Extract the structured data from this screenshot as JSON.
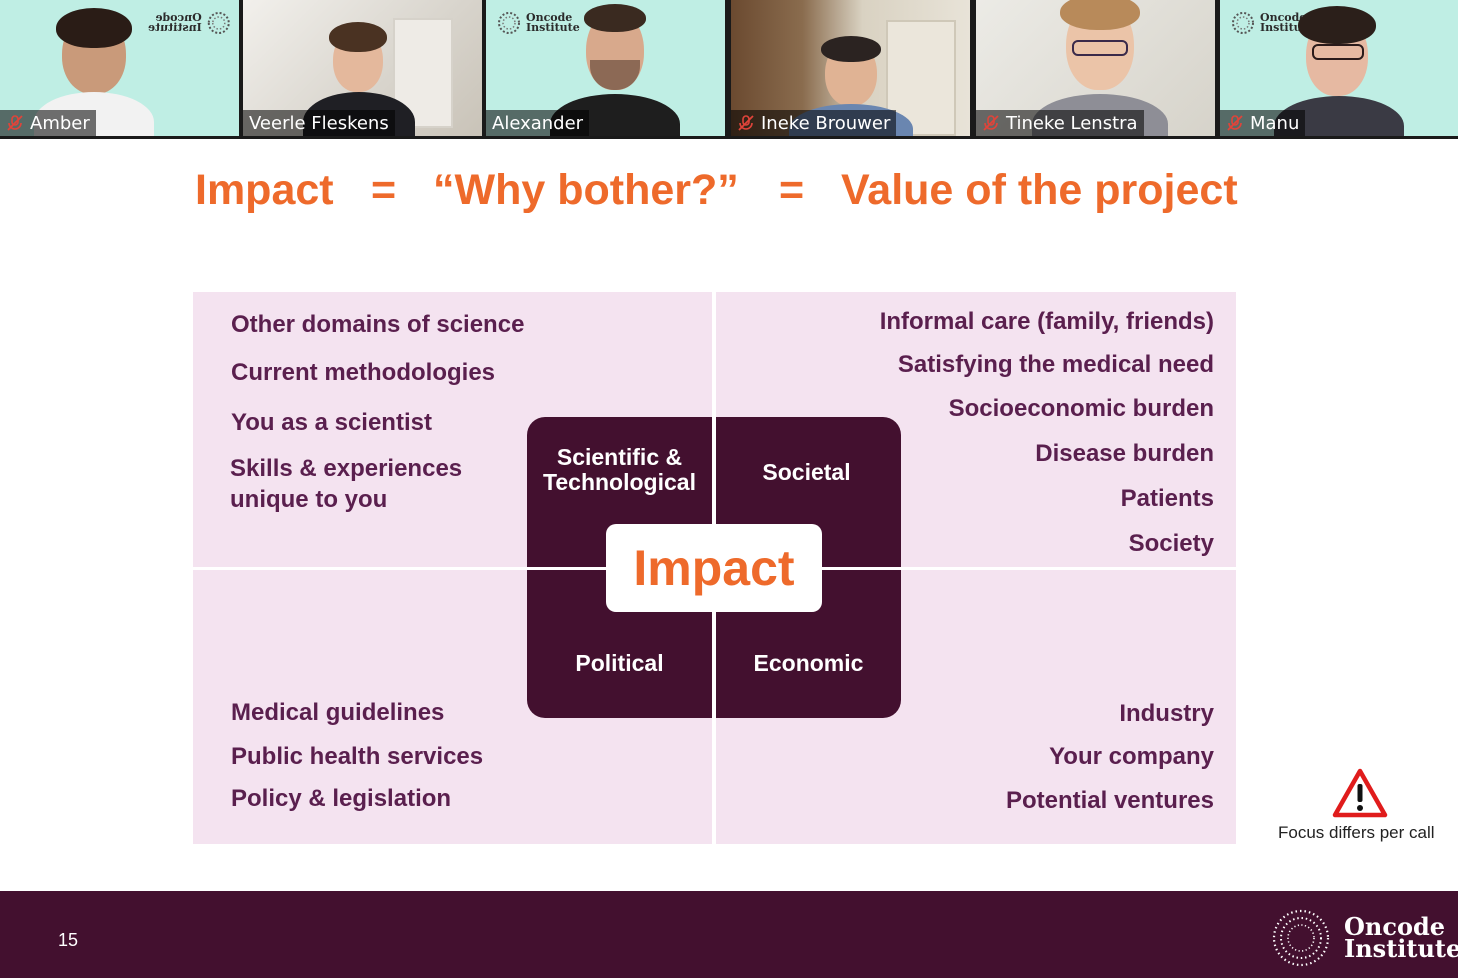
{
  "participants": [
    {
      "name": "Amber",
      "muted": true,
      "bg": "#bfeee4",
      "skin": "#c99a7a",
      "hair": "#2a1c16",
      "shirt": "#f2f2f2"
    },
    {
      "name": "Veerle Fleskens",
      "muted": false,
      "bg": "#e8e5e0",
      "skin": "#e4b89c",
      "hair": "#4a3222",
      "shirt": "#1f1f24"
    },
    {
      "name": "Alexander",
      "muted": false,
      "bg": "#bfeee4",
      "skin": "#d8a98c",
      "hair": "#3a2a20",
      "shirt": "#1e1e1e"
    },
    {
      "name": "Ineke Brouwer",
      "muted": true,
      "bg": "#9a8a74",
      "skin": "#e0b394",
      "hair": "#2b2321",
      "shirt": "#6a86b0"
    },
    {
      "name": "Tineke Lenstra",
      "muted": true,
      "bg": "#dcdad2",
      "skin": "#ebc4a8",
      "hair": "#b88a5a",
      "shirt": "#8e8e96"
    },
    {
      "name": "Manu",
      "muted": true,
      "bg": "#bfeee4",
      "skin": "#e6b9a2",
      "hair": "#2b1f1a",
      "shirt": "#3a3a44"
    }
  ],
  "tile_logo": {
    "line1": "Oncode",
    "line2": "Institute"
  },
  "title": {
    "term1": "Impact",
    "eq1": "=",
    "term2": "“Why bother?”",
    "eq2": "=",
    "term3": "Value of the project"
  },
  "quadrants": {
    "top_left": [
      "Other domains of science",
      "Current methodologies",
      "You as a scientist",
      "Skills & experiences",
      "unique to you"
    ],
    "top_right": [
      "Informal care (family, friends)",
      "Satisfying the medical need",
      "Socioeconomic burden",
      "Disease burden",
      "Patients",
      "Society"
    ],
    "bottom_left": [
      "Medical guidelines",
      "Public health services",
      "Policy & legislation"
    ],
    "bottom_right": [
      "Industry",
      "Your company",
      "Potential ventures"
    ]
  },
  "center": {
    "scientific": "Scientific &",
    "technological": "Technological",
    "societal": "Societal",
    "political": "Political",
    "economic": "Economic",
    "impact": "Impact"
  },
  "warning": {
    "text": "Focus differs per call",
    "icon": "warning-triangle-icon"
  },
  "footer": {
    "page_number": "15",
    "logo_line1": "Oncode",
    "logo_line2": "Institute"
  },
  "colors": {
    "accent": "#ee6a2b",
    "plum": "#43102f",
    "plum_text": "#5a1f4e",
    "pink": "#f4e3f0"
  }
}
